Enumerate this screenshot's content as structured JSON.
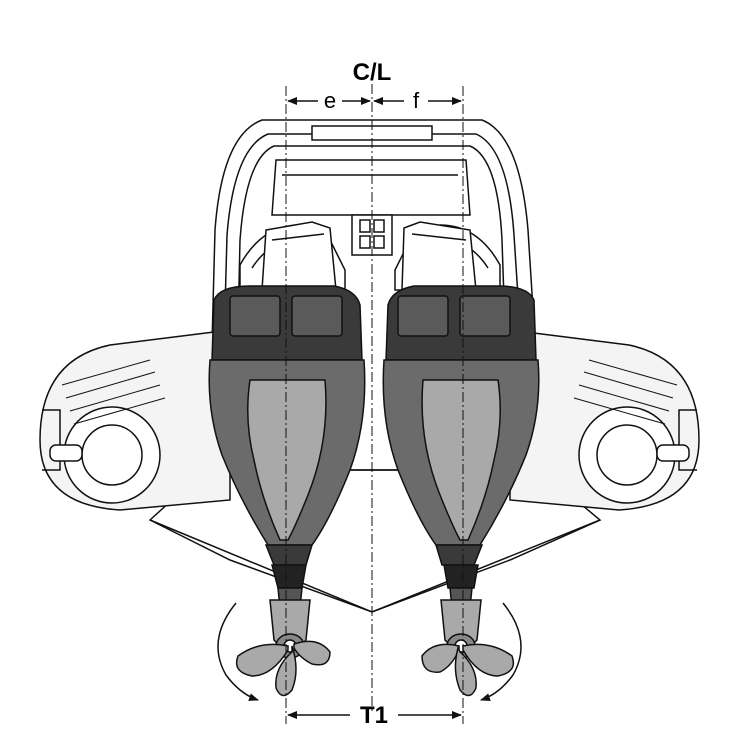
{
  "diagram": {
    "centerline_label": "C/L",
    "left_offset_label": "e",
    "right_offset_label": "f",
    "engine_spacing_label": "T1"
  },
  "colors": {
    "line": "#111111",
    "cowl_dark": "#3a3a3a",
    "cowl_mid": "#6b6b6b",
    "cowl_light": "#a9a9a9",
    "hull_fill": "#ffffff",
    "tube_fill": "#f4f4f4"
  },
  "icons": [
    "outboard-engine-icon",
    "propeller-icon",
    "rotation-arrow-icon"
  ]
}
